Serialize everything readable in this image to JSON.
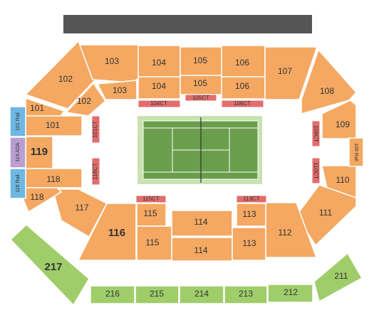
{
  "colors": {
    "section": "#f4a862",
    "upper": "#9fcd6a",
    "rail": "#6fb7e3",
    "ada": "#b99ed1",
    "courtside": "#e26d6d",
    "court_surround": "#c9e3b0",
    "court": "#6a9e4c",
    "stage": "#555555"
  },
  "sections": {
    "s101a": "101",
    "s101b": "101",
    "s102a": "102",
    "s102b": "102",
    "s103a": "103",
    "s103b": "103",
    "s104a": "104",
    "s104b": "104",
    "s105a": "105",
    "s105b": "105",
    "s106a": "106",
    "s106b": "106",
    "s107": "107",
    "s108": "108",
    "s109": "109",
    "s110": "110",
    "s111": "111",
    "s112": "112",
    "s113a": "113",
    "s113b": "113",
    "s114a": "114",
    "s114b": "114",
    "s115a": "115",
    "s115b": "115",
    "s116": "116",
    "s117": "117",
    "s118a": "118",
    "s118b": "118",
    "s119": "119",
    "s211": "211",
    "s212": "212",
    "s213": "213",
    "s214": "214",
    "s215": "215",
    "s216": "216",
    "s217": "217"
  },
  "rails": {
    "r101": "101 Rail",
    "r119": "119 ADA",
    "r118": "118 Rail",
    "r109": "109 Rail"
  },
  "courtside": {
    "c104": "104CT",
    "c105": "105CT",
    "c106": "106CT",
    "c101": "101CT",
    "c118": "118CT",
    "c109": "109CT",
    "c110": "110CT",
    "c115": "115CT",
    "c113": "113CT"
  }
}
